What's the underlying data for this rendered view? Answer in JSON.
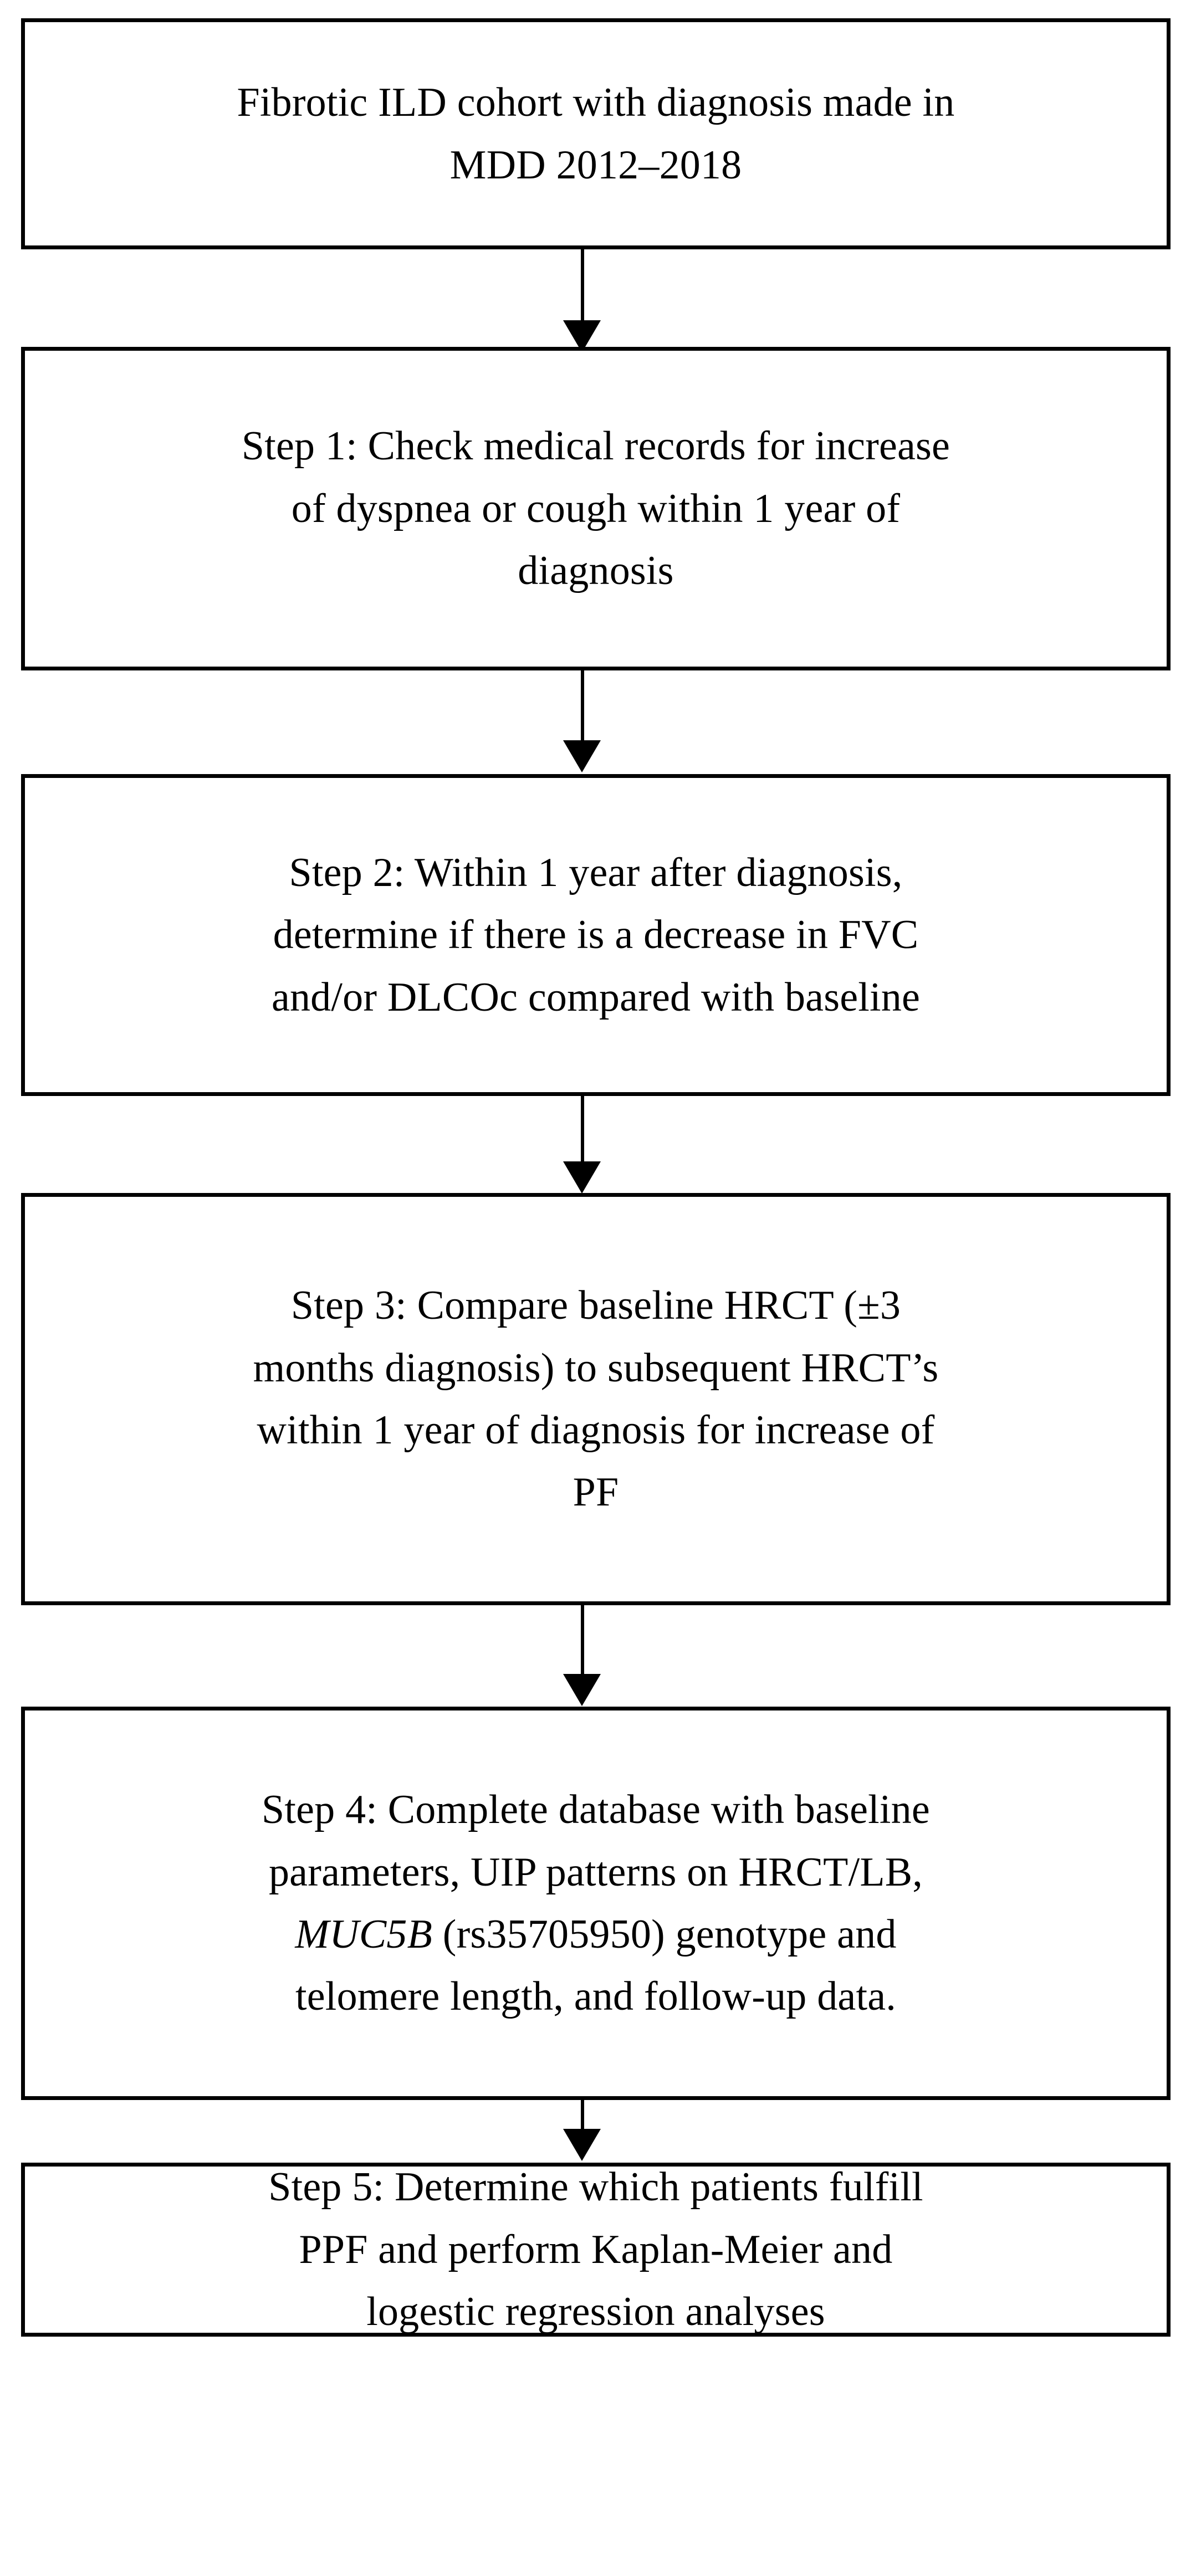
{
  "figure": {
    "type": "flowchart",
    "orientation": "vertical",
    "node_count": 6,
    "connector_count": 5,
    "colors": {
      "background": "#ffffff",
      "box_border": "#000000",
      "box_fill": "#ffffff",
      "text": "#000000",
      "arrow": "#000000"
    }
  },
  "nodes": [
    {
      "id": "cohort",
      "name": "cohort-box",
      "text": "Fibrotic ILD cohort with diagnosis made in\nMDD 2012–2018"
    },
    {
      "id": "step1",
      "name": "step-1-box",
      "text": "Step 1: Check medical records for increase\nof dyspnea or cough within 1 year of\ndiagnosis"
    },
    {
      "id": "step2",
      "name": "step-2-box",
      "text": "Step 2: Within 1 year after diagnosis,\ndetermine if there is a decrease in FVC\nand/or DLCOc compared with baseline"
    },
    {
      "id": "step3",
      "name": "step-3-box",
      "text": "Step 3: Compare baseline HRCT (±3\nmonths diagnosis) to subsequent HRCT’s\nwithin 1 year of diagnosis for increase of\nPF"
    },
    {
      "id": "step4",
      "name": "step-4-box",
      "text_before_italic": "Step 4: Complete database with baseline\nparameters, UIP patterns on HRCT/LB,\n",
      "italic_gene": "MUC5B",
      "text_after_italic": " (rs35705950) genotype and\ntelomere length, and follow-up data."
    },
    {
      "id": "step5",
      "name": "step-5-box",
      "text": "Step 5: Determine which patients fulfill\nPPF and perform Kaplan-Meier and\nlogestic regression analyses"
    }
  ],
  "connectors": [
    {
      "id": "arrow-1",
      "name": "arrow-cohort-to-step1",
      "from": "cohort",
      "to": "step1"
    },
    {
      "id": "arrow-2",
      "name": "arrow-step1-to-step2",
      "from": "step1",
      "to": "step2"
    },
    {
      "id": "arrow-3",
      "name": "arrow-step2-to-step3",
      "from": "step2",
      "to": "step3"
    },
    {
      "id": "arrow-4",
      "name": "arrow-step3-to-step4",
      "from": "step3",
      "to": "step4"
    },
    {
      "id": "arrow-5",
      "name": "arrow-step4-to-step5",
      "from": "step4",
      "to": "step5"
    }
  ]
}
